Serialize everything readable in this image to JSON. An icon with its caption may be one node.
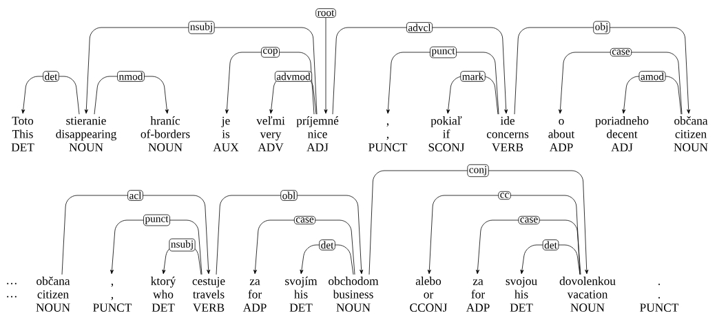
{
  "diagram": {
    "nodes": [
      {
        "text": [
          "Toto",
          "This",
          "DET"
        ]
      },
      {
        "text": [
          "stieranie",
          "disappearing",
          "NOUN"
        ]
      },
      {
        "text": [
          "hraníc",
          "of-borders",
          "NOUN"
        ]
      },
      {
        "text": [
          "je",
          "is",
          "AUX"
        ]
      },
      {
        "text": [
          "veľmi",
          "very",
          "ADV"
        ]
      },
      {
        "text": [
          "príjemné",
          "nice",
          "ADJ"
        ]
      },
      {
        "text": [
          ",",
          ",",
          "PUNCT"
        ]
      },
      {
        "text": [
          "pokiaľ",
          "if",
          "SCONJ"
        ]
      },
      {
        "text": [
          "ide",
          "concerns",
          "VERB"
        ]
      },
      {
        "text": [
          "o",
          "about",
          "ADP"
        ]
      },
      {
        "text": [
          "poriadneho",
          "decent",
          "ADJ"
        ]
      },
      {
        "text": [
          "občana",
          "citizen",
          "NOUN"
        ]
      },
      {
        "text": [
          "občana",
          "citizen",
          "NOUN"
        ]
      },
      {
        "text": [
          ",",
          ",",
          "PUNCT"
        ]
      },
      {
        "text": [
          "ktorý",
          "who",
          "DET"
        ]
      },
      {
        "text": [
          "cestuje",
          "travels",
          "VERB"
        ]
      },
      {
        "text": [
          "za",
          "for",
          "ADP"
        ]
      },
      {
        "text": [
          "svojím",
          "his",
          "DET"
        ]
      },
      {
        "text": [
          "obchodom",
          "business",
          "NOUN"
        ]
      },
      {
        "text": [
          "alebo",
          "or",
          "CCONJ"
        ]
      },
      {
        "text": [
          "za",
          "for",
          "ADP"
        ]
      },
      {
        "text": [
          "svojou",
          "his",
          "DET"
        ]
      },
      {
        "text": [
          "dovolenkou",
          "vacation",
          "NOUN"
        ]
      },
      {
        "text": [
          ".",
          ".",
          "PUNCT"
        ]
      }
    ],
    "edges": [
      {
        "from": 1,
        "to": 0,
        "arrow": "to",
        "label": "det"
      },
      {
        "from": 5,
        "to": 1,
        "arrow": "to",
        "label": "nsubj"
      },
      {
        "from": 1,
        "to": 2,
        "arrow": "to",
        "label": "nmod"
      },
      {
        "from": 5,
        "to": 3,
        "arrow": "to",
        "label": "cop"
      },
      {
        "from": 5,
        "to": 4,
        "arrow": "to",
        "label": "advmod"
      },
      {
        "from": null,
        "to": 5,
        "arrow": "to",
        "label": "root"
      },
      {
        "from": 5,
        "to": 8,
        "arrow": "to",
        "label": "advcl"
      },
      {
        "from": 8,
        "to": 6,
        "arrow": "to",
        "label": "punct"
      },
      {
        "from": 8,
        "to": 7,
        "arrow": "to",
        "label": "mark"
      },
      {
        "from": 8,
        "to": 11,
        "arrow": "to",
        "label": "obj"
      },
      {
        "from": 11,
        "to": 9,
        "arrow": "to",
        "label": "case"
      },
      {
        "from": 11,
        "to": 10,
        "arrow": "to",
        "label": "amod"
      },
      {
        "from": 12,
        "to": 15,
        "arrow": "to",
        "label": "acl"
      },
      {
        "from": 15,
        "to": 13,
        "arrow": "to",
        "label": "punct"
      },
      {
        "from": 15,
        "to": 14,
        "arrow": "to",
        "label": "nsubj"
      },
      {
        "from": 15,
        "to": 18,
        "arrow": "to",
        "label": "obl"
      },
      {
        "from": 18,
        "to": 16,
        "arrow": "to",
        "label": "case"
      },
      {
        "from": 18,
        "to": 17,
        "arrow": "to",
        "label": "det"
      },
      {
        "from": 18,
        "to": 22,
        "arrow": "to",
        "label": "conj"
      },
      {
        "from": 22,
        "to": 19,
        "arrow": "to",
        "label": "cc"
      },
      {
        "from": 22,
        "to": 20,
        "arrow": "to",
        "label": "case"
      },
      {
        "from": 22,
        "to": 21,
        "arrow": "to",
        "label": "det"
      }
    ],
    "labels": [
      "…",
      "…"
    ]
  }
}
